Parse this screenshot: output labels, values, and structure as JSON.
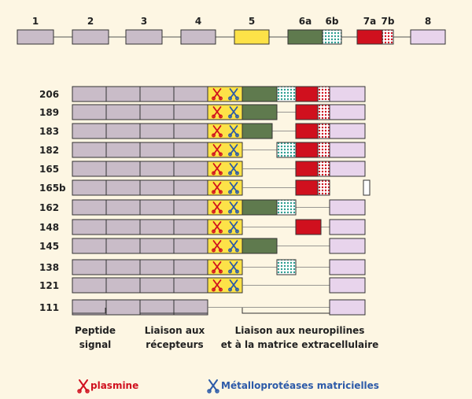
{
  "exons": [
    {
      "label": "1",
      "fill": "#c9bcc8"
    },
    {
      "label": "2",
      "fill": "#c9bcc8"
    },
    {
      "label": "3",
      "fill": "#c9bcc8"
    },
    {
      "label": "4",
      "fill": "#c9bcc8"
    },
    {
      "label": "5",
      "fill": "#fde248"
    },
    {
      "label": "6a",
      "fill": "#5f7a4e"
    },
    {
      "label": "6b",
      "fill": "teal-dots"
    },
    {
      "label": "7a",
      "fill": "#d0101e"
    },
    {
      "label": "7b",
      "fill": "red-dots"
    },
    {
      "label": "8",
      "fill": "#e8d4ec"
    }
  ],
  "isoforms": [
    {
      "label": "206",
      "segments": [
        "6a",
        "6b",
        "7a",
        "7b",
        "8"
      ]
    },
    {
      "label": "189",
      "segments": [
        "6a",
        "7a",
        "7b",
        "8"
      ]
    },
    {
      "label": "183",
      "segments": [
        "6a-short",
        "7a",
        "7b",
        "8"
      ]
    },
    {
      "label": "182",
      "segments": [
        "6b",
        "7a",
        "7b",
        "8"
      ]
    },
    {
      "label": "165",
      "segments": [
        "7a",
        "7b",
        "8"
      ]
    },
    {
      "label": "165b",
      "segments": [
        "7a",
        "7b",
        "8-alt"
      ]
    },
    {
      "label": "162",
      "segments": [
        "6a",
        "6b",
        "8"
      ]
    },
    {
      "label": "148",
      "segments": [
        "7a-only",
        "8"
      ]
    },
    {
      "label": "145",
      "segments": [
        "6a",
        "8"
      ]
    },
    {
      "label": "138",
      "segments": [
        "6b",
        "8"
      ]
    },
    {
      "label": "121",
      "segments": [
        "8"
      ]
    },
    {
      "label": "111",
      "segments": [
        "8"
      ]
    }
  ],
  "captions": {
    "peptide_1": "Peptide",
    "peptide_2": "signal",
    "receptor_1": "Liaison aux",
    "receptor_2": "récepteurs",
    "neuropilin_1": "Liaison aux neuropilines",
    "neuropilin_2": "et à la matrice extracellulaire"
  },
  "legend": {
    "plasmin": "plasmine",
    "mmp": "Métalloprotéases matricielles"
  },
  "colors": {
    "background": "#fdf6e3",
    "mauve": "#c9bcc8",
    "yellow": "#fde248",
    "green": "#5f7a4e",
    "teal": "#2a9d8f",
    "red": "#d0101e",
    "pink": "#e8d4ec",
    "plasmin": "#d0101e",
    "mmp": "#2c5aa8"
  }
}
